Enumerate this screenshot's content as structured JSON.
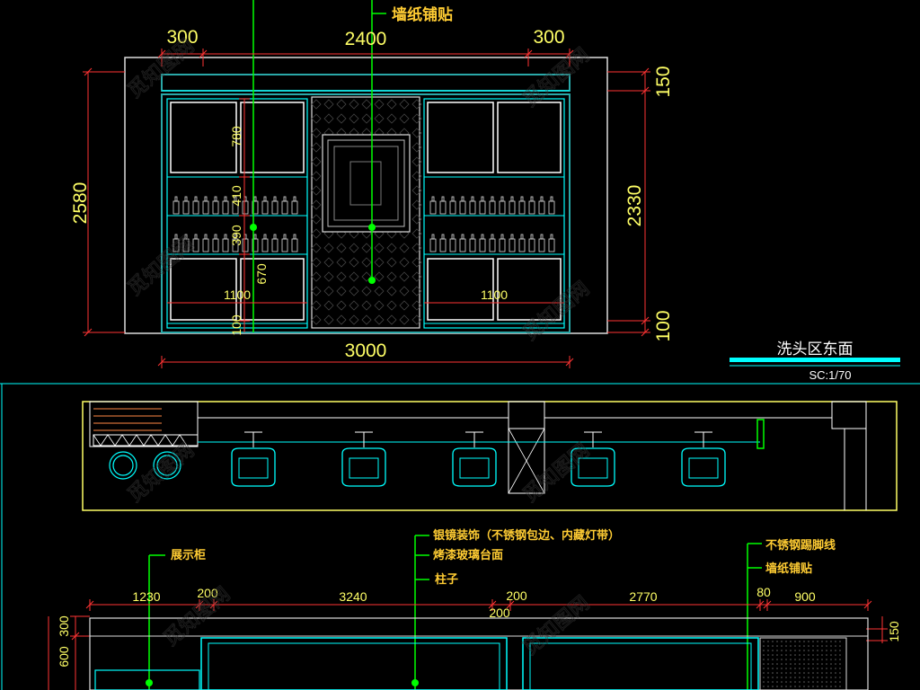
{
  "elevation": {
    "label_wallpaper": "墙纸铺贴",
    "dims_top": [
      "300",
      "2400",
      "300"
    ],
    "dim_total_width": "3000",
    "dim_left_height": "2580",
    "dims_right": [
      "150",
      "2330",
      "100"
    ],
    "dims_inner_v": [
      "780",
      "410",
      "390",
      "670",
      "100"
    ],
    "dims_cabinet": [
      "1100",
      "1100"
    ],
    "title": "洗头区东面",
    "scale": "SC:1/70"
  },
  "bottom": {
    "labels": {
      "display_cabinet": "展示柜",
      "mirror": "银镜装饰（不锈钢包边、内藏灯带）",
      "glass_top": "烤漆玻璃台面",
      "column": "柱子",
      "steel_skirting": "不锈钢踢脚线",
      "wallpaper": "墙纸铺贴"
    },
    "dims_top": [
      "1230",
      "200",
      "3240",
      "200",
      "2770",
      "80",
      "900"
    ],
    "dim_mid": "200",
    "dims_left": [
      "300",
      "600"
    ],
    "dim_right": "150"
  },
  "colors": {
    "cyan": "#00ffff",
    "teal": "#2aa8a8",
    "yellow": "#ffff66",
    "green": "#00ff00",
    "red": "#ff3333",
    "white": "#ffffff"
  }
}
